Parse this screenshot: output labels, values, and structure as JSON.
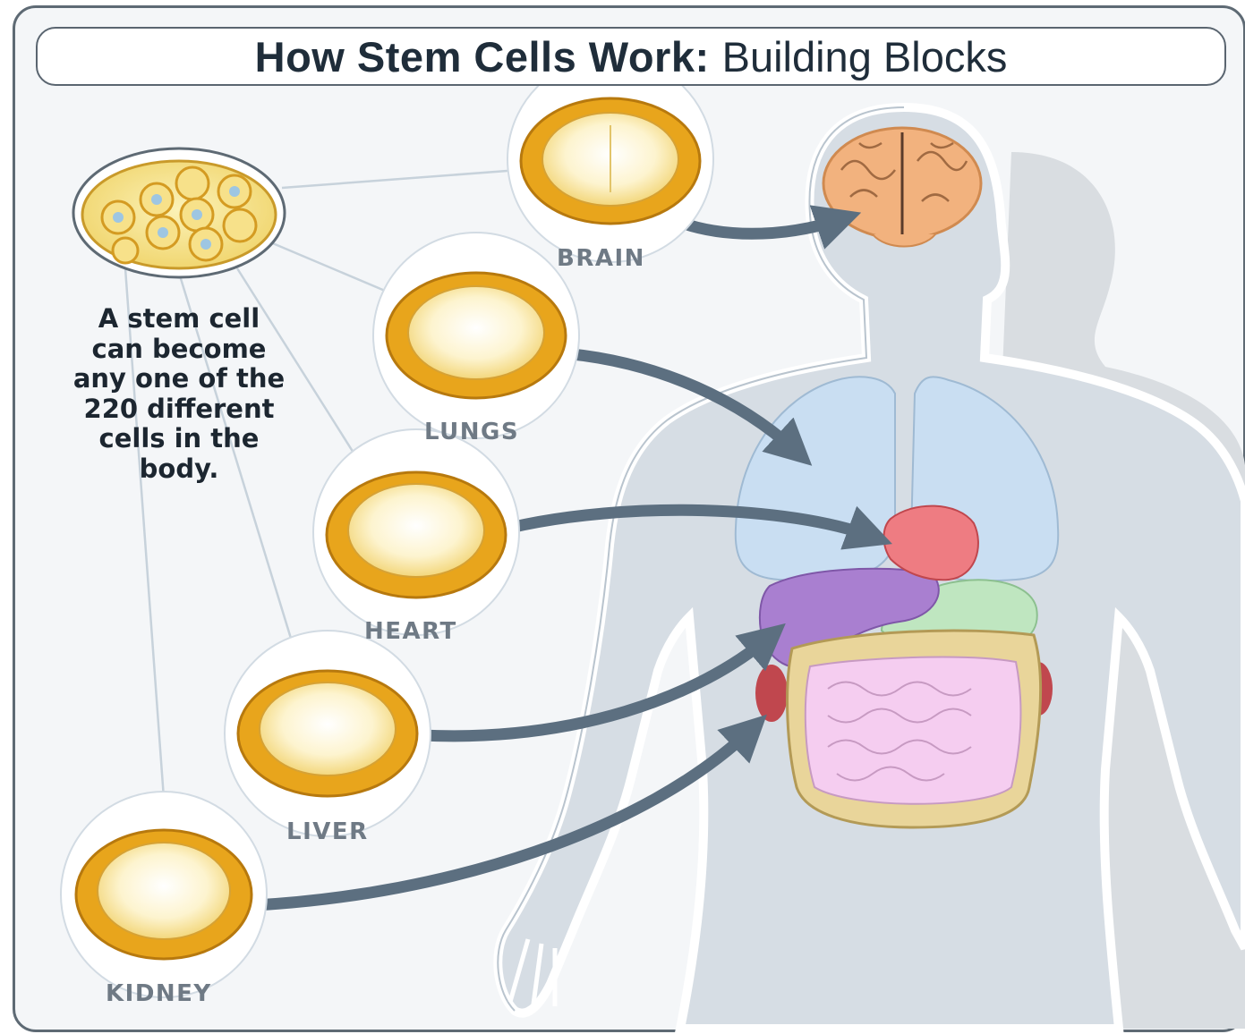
{
  "title": {
    "bold": "How Stem Cells Work:",
    "light": "Building Blocks"
  },
  "caption": {
    "lines": [
      "A stem cell",
      "can become",
      "any one of the",
      "220 different",
      "cells in the",
      "body."
    ]
  },
  "cells": [
    {
      "label": "BRAIN",
      "organ": "brain"
    },
    {
      "label": "LUNGS",
      "organ": "lungs"
    },
    {
      "label": "HEART",
      "organ": "heart"
    },
    {
      "label": "LIVER",
      "organ": "liver"
    },
    {
      "label": "KIDNEY",
      "organ": "kidney"
    }
  ],
  "colors": {
    "cell_ring": "#e8a51c",
    "cell_inner": "#f7e7a6",
    "arrow": "#5c6f80",
    "brain": "#f2b27e",
    "lungs": "#c9def2",
    "heart": "#ee7c82",
    "liver": "#a97fd0",
    "stomach": "#bfe6c0",
    "intestines": "#f5cdf0",
    "kidney": "#c0474e",
    "body": "#d6dde4"
  }
}
